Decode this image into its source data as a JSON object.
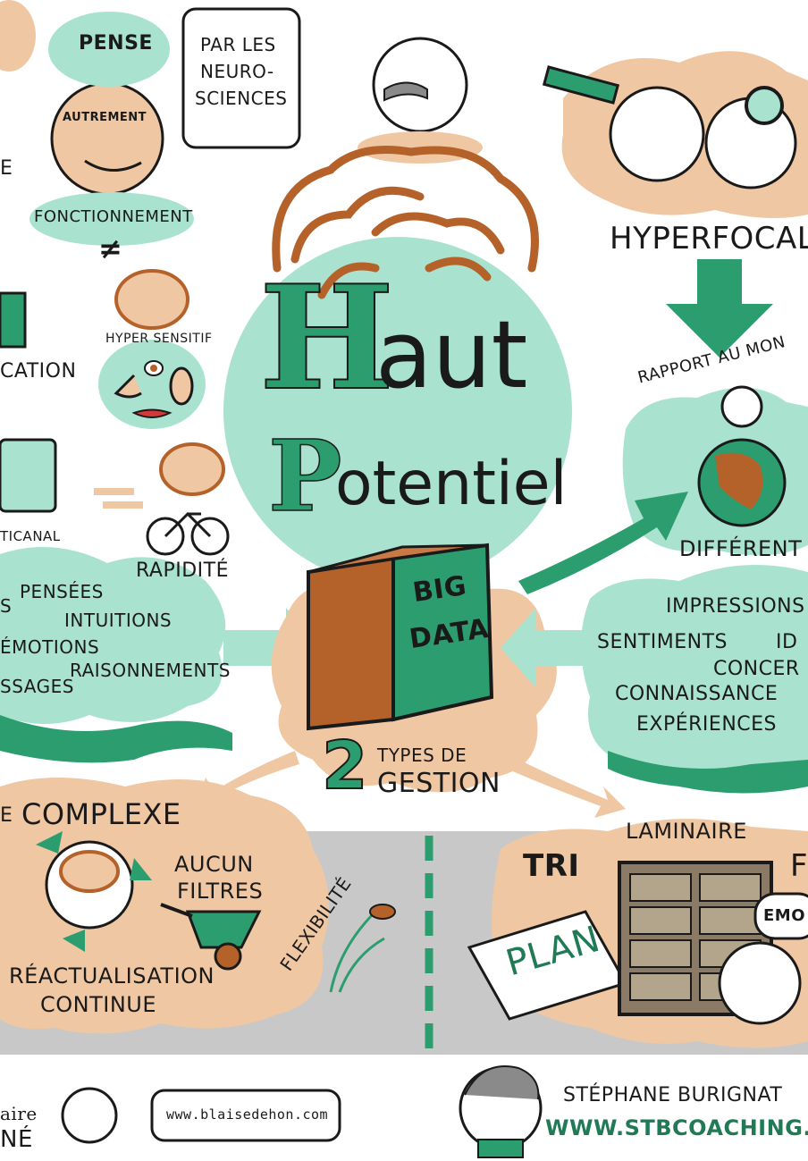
{
  "colors": {
    "peach": "#f0c7a3",
    "mint": "#a9e3cf",
    "green": "#2b9d6e",
    "dark_green": "#1f7a55",
    "brown": "#b5622a",
    "gray": "#c8c8c8",
    "ink": "#1a1a1a"
  },
  "title": {
    "haut_initial": "H",
    "haut_rest": "aut",
    "potentiel_initial": "P",
    "potentiel_rest": "otentiel"
  },
  "top_left": {
    "pense": "PENSE",
    "autrement": "AUTREMENT",
    "speech": [
      "PAR LES",
      "NEURO-",
      "SCIENCES"
    ],
    "fonctionnement": "FONCTIONNEMENT",
    "not_equal": "≠",
    "e_fragment": "E"
  },
  "left_column": {
    "cation": "CATION",
    "ticanal": "TICANAL",
    "hyper_sensitif": "HYPER SENSITIF",
    "rapidite": "RAPIDITÉ"
  },
  "left_cloud": {
    "pensees": "PENSÉES",
    "s_fragment": "S",
    "intuitions": "INTUITIONS",
    "emotions": "ÉMOTIONS",
    "ssages": "SSAGES",
    "raisonnements": "RAISONNEMENTS"
  },
  "center": {
    "book_label": [
      "BIG",
      "DATA"
    ],
    "types_number": "2",
    "types_line1": "TYPES DE",
    "types_line2": "GESTION"
  },
  "right": {
    "hyperfocal": "HYPERFOCAL",
    "rapport": "RAPPORT AU MON",
    "different": "DIFFÉRENT",
    "impressions": "IMPRESSIONS",
    "sentiments": "SENTIMENTS",
    "id": "ID",
    "concer": "CONCER",
    "connaissance": "CONNAISSANCE",
    "experiences": "EXPÉRIENCES"
  },
  "bottom_left": {
    "complexe": "COMPLEXE",
    "e_fragment": "E",
    "aucun": "AUCUN",
    "filtres": "FILTRES",
    "flexibilite": "FLEXIBILITÉ",
    "reactualisation": "RÉACTUALISATION",
    "continue": "CONTINUE"
  },
  "bottom_right": {
    "laminaire": "LAMINAIRE",
    "tri": "TRI",
    "plan": "PLAN",
    "emo": "EMO",
    "f_fragment": "F"
  },
  "footer": {
    "left_fragment_top": "aire",
    "left_fragment_bottom": "NÉ",
    "url_left": "www.blaisedehon.com",
    "author": "STÉPHANE BURIGNAT",
    "url_right": "WWW.STBCOACHING.BE"
  }
}
